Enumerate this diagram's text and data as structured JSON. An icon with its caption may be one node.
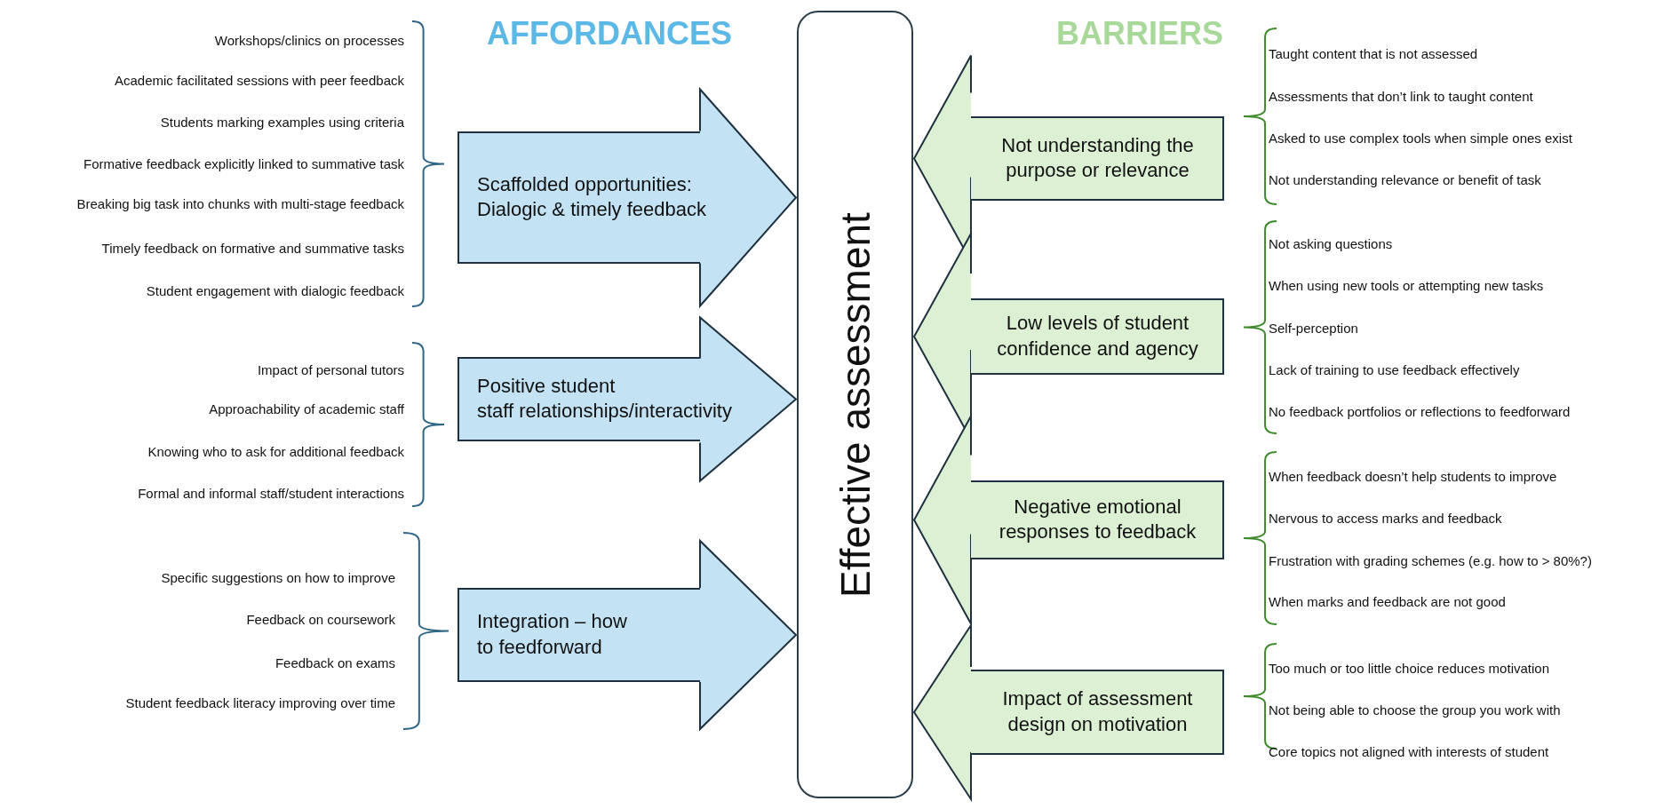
{
  "diagram": {
    "nodes": [
      {
        "text": [
          "Effective assessment"
        ]
      },
      {
        "text": [
          "Scaffolded opportunities: Dialogic & timely feedback"
        ]
      },
      {
        "text": [
          "Positive student staff relationships/interactivity"
        ]
      },
      {
        "text": [
          "Integration – how to feedforward"
        ]
      },
      {
        "text": [
          "Not understanding the purpose or relevance"
        ]
      },
      {
        "text": [
          "Low levels of student confidence and agency"
        ]
      },
      {
        "text": [
          "Negative emotional responses to feedback"
        ]
      },
      {
        "text": [
          "Impact of assessment design on motivation"
        ]
      }
    ],
    "edges": [
      {
        "from": 1,
        "to": 0,
        "arrow": "to"
      },
      {
        "from": 2,
        "to": 0,
        "arrow": "to"
      },
      {
        "from": 3,
        "to": 0,
        "arrow": "to"
      },
      {
        "from": 4,
        "to": 0,
        "arrow": "to"
      },
      {
        "from": 5,
        "to": 0,
        "arrow": "to"
      },
      {
        "from": 6,
        "to": 0,
        "arrow": "to"
      },
      {
        "from": 7,
        "to": 0,
        "arrow": "to"
      }
    ],
    "labels": [
      "AFFORDANCES",
      "Workshops/clinics on processes",
      "Academic facilitated sessions with peer feedback",
      "Students marking examples using criteria",
      "Formative feedback explicitly linked to summative task",
      "Breaking big task into chunks with multi-stage feedback",
      "Timely feedback on formative and summative tasks",
      "Student engagement with dialogic feedback",
      "Impact of personal tutors",
      "Approachability of academic staff",
      "Knowing who to ask for additional feedback",
      "Formal and informal staff/student interactions",
      "Specific suggestions on how to improve",
      "Feedback on coursework",
      "Feedback on exams",
      "Student feedback literacy improving over time",
      "BARRIERS",
      "Taught content that is not assessed",
      "Assessments that don’t link to taught content",
      "Asked to use complex tools when simple ones exist",
      "Not understanding relevance or benefit of task",
      "Not asking questions",
      "When using new tools or attempting new tasks",
      "Self-perception",
      "Lack of training to use feedback effectively",
      "No feedback portfolios or reflections to feedforward",
      "When feedback doesn’t help students to improve",
      "Nervous to access marks and feedback",
      "Frustration with grading schemes (e.g. how to > 80%?)",
      "When marks and feedback are not good",
      "Too much or too little choice reduces motivation",
      "Not being able to choose the group you work with",
      "Core topics not aligned with interests of student"
    ]
  }
}
